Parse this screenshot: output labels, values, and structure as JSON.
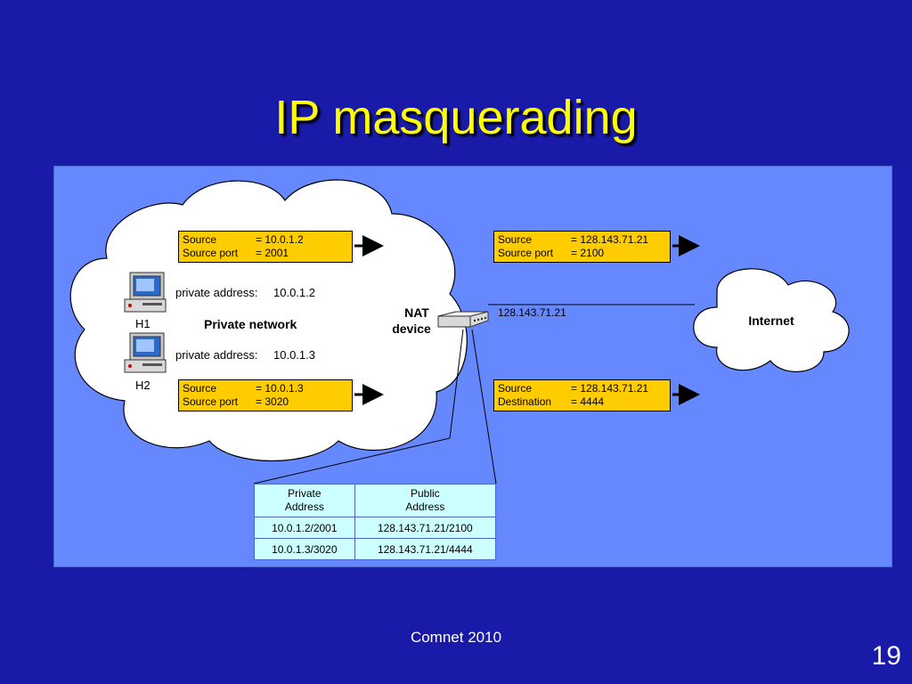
{
  "slide": {
    "title": "IP masquerading",
    "footer": "Comnet 2010",
    "page_number": "19"
  },
  "diagram": {
    "private_network_label": "Private network",
    "internet_label": "Internet",
    "nat_label_line1": "NAT",
    "nat_label_line2": "device",
    "public_ip_label": "128.143.71.21",
    "hosts": [
      {
        "name": "H1",
        "address_label": "private address:",
        "address": "10.0.1.2"
      },
      {
        "name": "H2",
        "address_label": "private address:",
        "address": "10.0.1.3"
      }
    ],
    "packets": [
      {
        "k1": "Source",
        "v1": "= 10.0.1.2",
        "k2": "Source port",
        "v2": "= 2001"
      },
      {
        "k1": "Source",
        "v1": "= 10.0.1.3",
        "k2": "Source port",
        "v2": "= 3020"
      },
      {
        "k1": "Source",
        "v1": "= 128.143.71.21",
        "k2": "Source port",
        "v2": "= 2100"
      },
      {
        "k1": "Source",
        "v1": "= 128.143.71.21",
        "k2": "Destination",
        "v2": "= 4444"
      }
    ],
    "table": {
      "col1_line1": "Private",
      "col1_line2": "Address",
      "col2_line1": "Public",
      "col2_line2": "Address",
      "rows": [
        {
          "private": "10.0.1.2/2001",
          "public": "128.143.71.21/2100"
        },
        {
          "private": "10.0.1.3/3020",
          "public": "128.143.71.21/4444"
        }
      ]
    }
  },
  "colors": {
    "background": "#1a1aa8",
    "title": "#ffff00",
    "panel": "#6688ff",
    "packet_box": "#ffcc00",
    "table": "#ccffff"
  }
}
